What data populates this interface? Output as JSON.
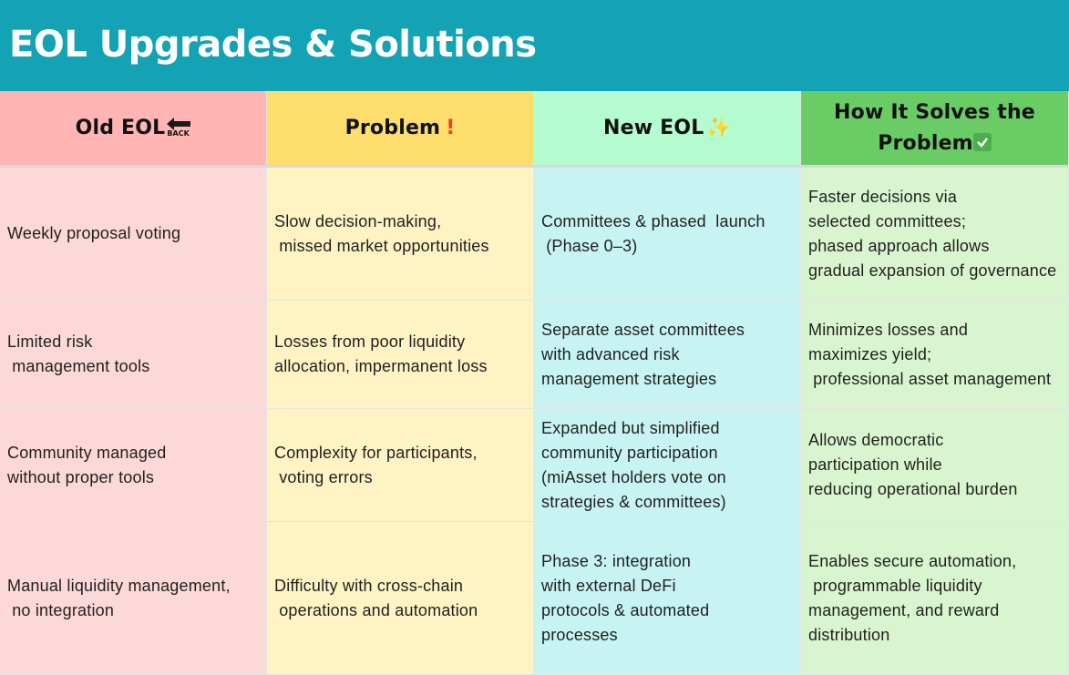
{
  "title": "EOL Upgrades & Solutions",
  "headers": [
    {
      "label": "Old EOL",
      "icon": "back-arrow-icon",
      "icon_text": "BACK"
    },
    {
      "label": "Problem",
      "icon": "exclamation-icon",
      "icon_text": "!"
    },
    {
      "label": "New EOL",
      "icon": "sparkles-icon",
      "icon_text": "✨"
    },
    {
      "label": "How It Solves the Problem",
      "icon": "check-mark-icon"
    }
  ],
  "rows": [
    {
      "old": "Weekly proposal voting",
      "problem": "Slow decision-making,\n missed market opportunities",
      "new": "Committees & phased  launch\n (Phase 0–3)",
      "solution": "Faster decisions via\nselected committees;\nphased approach allows\ngradual expansion of governance"
    },
    {
      "old": "Limited risk\n management tools",
      "problem": "Losses from poor liquidity\nallocation, impermanent loss",
      "new": "Separate asset committees\nwith advanced risk\nmanagement strategies",
      "solution": "Minimizes losses and\nmaximizes yield;\n professional asset management"
    },
    {
      "old": "Community managed\nwithout proper tools",
      "problem": "Complexity for participants,\n voting errors",
      "new": "Expanded but simplified\ncommunity participation\n(miAsset holders vote on\nstrategies & committees)",
      "solution": "Allows democratic\nparticipation while\nreducing operational burden"
    },
    {
      "old": "Manual liquidity management,\n no integration",
      "problem": "Difficulty with cross-chain\n operations and automation",
      "new": "Phase 3: integration\nwith external DeFi\nprotocols & automated\nprocesses",
      "solution": "Enables secure automation,\n programmable liquidity\nmanagement, and reward\ndistribution"
    }
  ]
}
